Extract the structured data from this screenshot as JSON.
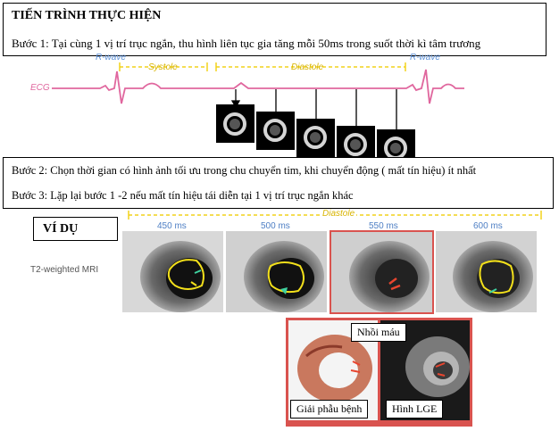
{
  "header": {
    "title": "TIẾN TRÌNH THỰC HIỆN",
    "step1": "Bước 1: Tại cùng 1 vị trí trục ngắn, thu hình liên tục gia tăng mỗi 50ms trong suốt thời kì tâm trương"
  },
  "ecg": {
    "label": "ECG",
    "rwave_left": "R-wave",
    "rwave_right": "R-wave",
    "systole": "Systole",
    "diastole": "Diastole",
    "trace_color": "#e0679e",
    "bracket_color": "#f2d21b"
  },
  "steps": {
    "step2": "Bước 2: Chọn thời gian có hình ảnh tối ưu trong chu chuyển tim, khi chuyển động ( mất tín hiệu) ít nhất",
    "step3": "Bước 3: Lặp lại bước 1 -2 nếu mất tín hiệu tái diễn tại 1 vị trí trục ngắn khác"
  },
  "example": {
    "label": "VÍ DỤ",
    "diastole": "Diastole",
    "sequence_label": "T2-weighted MRI",
    "times": [
      "450 ms",
      "500 ms",
      "550 ms",
      "600 ms"
    ],
    "highlight_color": "#d9534f",
    "infarct_label": "Nhồi máu",
    "pathology_label": "Giải phẫu bệnh",
    "lge_label": "Hình LGE"
  }
}
